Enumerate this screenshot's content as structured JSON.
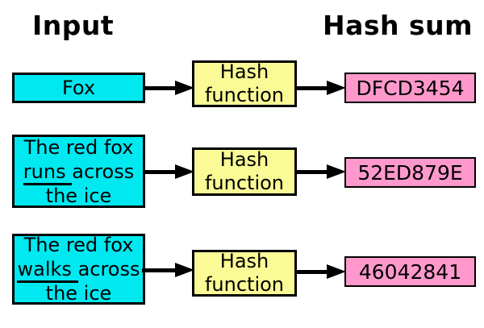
{
  "headings": {
    "input": "Input",
    "hash_sum": "Hash sum"
  },
  "rows": [
    {
      "input_text": "Fox",
      "function_label": "Hash function",
      "hash_sum": "DFCD3454"
    },
    {
      "input_line1": "The red fox",
      "input_underlined": "runs",
      "input_line2_rest": "across",
      "input_line3": "the ice",
      "function_label": "Hash function",
      "hash_sum": "52ED879E"
    },
    {
      "input_line1": "The red fox",
      "input_underlined": "walks",
      "input_line2_rest": "across",
      "input_line3": "the ice",
      "function_label": "Hash function",
      "hash_sum": "46042841"
    }
  ],
  "colors": {
    "input_box": "#00e8f0",
    "function_box": "#fafa96",
    "hash_sum_box": "#ff99cc",
    "border": "#000000",
    "arrow": "#000000",
    "background": "#ffffff"
  }
}
